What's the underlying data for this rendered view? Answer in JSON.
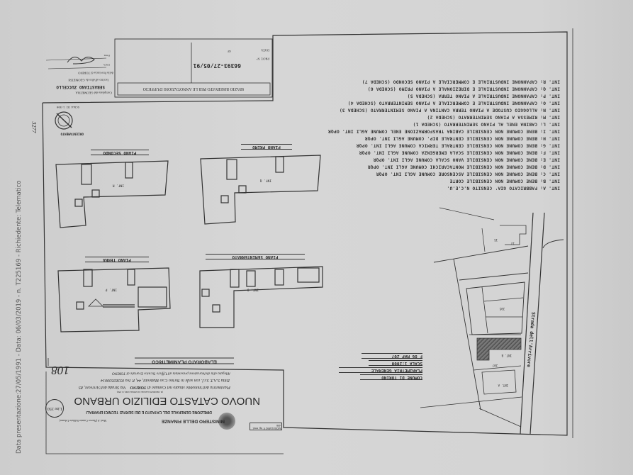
{
  "header": {
    "form_code": "Mod. A (Nuovo Catasto Edilizio Urbano)",
    "stamp_box": "MODULARIO F. rig. rend. 498",
    "ministry": "MINISTERO DELLE FINANZE",
    "directorate": "DIREZIONE GENERALE DEL CATASTO E DEI SERVIZI TECNICI ERARIALI",
    "title": "NUOVO CATASTO EDILIZIO URBANO",
    "law_note": "(R. DECRETO-LEGGE 13 APRILE 1939, N. 652)",
    "fee": "Lire 350",
    "line1_prefix": "Planimetria dell'immobile situato nel Comune di",
    "city": "TORINO",
    "address": "Via Strada dell'Arrivore, 85",
    "line2": "Ditta S.A.T. S.r.l. con sede in Torino C.so Matteotti, 44, P. Iva 05383530014",
    "line3": "Allegata alla dichiarazione presentata all'Ufficio Tecnico Erariale di TORINO",
    "handwritten_number": "108",
    "document_type": "ELABORATO PLANIMETRICO"
  },
  "office": {
    "reserved_space": "SPAZIO RISERVATO PER LE ANNOTAZIONI D'UFFICIO",
    "date_label": "DATA",
    "protocol_label": "PROT. N°",
    "protocol_stamp": "66393-27/05/91",
    "initials": "AV"
  },
  "compiler": {
    "label": "Compilata dal GEOMETRA",
    "name": "SEBASTIANO ZUCCELLO",
    "register": "Iscritto all'albo de GEOMETRI",
    "province": "della Provincia di TORINO",
    "date_label": "DATA",
    "signature_label": "Firma"
  },
  "orientation": {
    "label": "ORIENTAMENTO",
    "scale": "SCALA DI 1:500",
    "handwritten_ref": "3277"
  },
  "legend": [
    "INT. A: FABBRICATO GIA' CENSITO N.C.E.U.",
    "INT. B: BENE COMUNE NON CENSIBILE CORTE",
    "INT. C: BENE COMUNE NON CENSIBILE ASCENSORE COMUNE AGLI INT. OPQR",
    "INT. D: BENE COMUNE NON CENSIBILE MONTACARICHI COMUNE AGLI INT. OPQR",
    "INT. E: BENE COMUNE NON CENSIBILE VANO SCALA COMUNE AGLI INT. OPQR",
    "INT. F: BENE COMUNE NON CENSIBILE SCALA EMERGENZA COMUNE AGLI INT. OPQR",
    "INT. G: BENE COMUNE NON CENSIBILE CENTRALE TERMICA COMUNE AGLI INT. OPQR",
    "INT. H: BENE COMUNE NON CENSIBILE CENTRALE DIP. COMUNE AGLI INT. OPQR",
    "INT. I: BENE COMUNE NON CENSIBILE CABINA TRASFORMAZIONE ENEL COMUNE AGLI INT. OPQR",
    "INT. L: CABINA ENEL AL PIANO SEMINTERRATO (SCHEDA 1)",
    "INT. M: RIMESSA A PIANO SEMINTERRATO (SCHEDA 2)",
    "INT. N: ALLOGGIO CUSTODE A PIANO TERRA CANTINA A PIANO SEMINTERRATO (SCHEDA 3)",
    "INT. O: CAPANNONE INDUSTRIALE E COMMERCIALE A PIANO SEMINTERRATO (SCHEDA 4)",
    "INT. P: CAPANNONE INDUSTRIALE A PIANO TERRA (SCHEDA 5)",
    "INT. Q: CAPANNONE INDUSTRIALE E DIREZIONALE A PIANO PRIMO (SCHEDA 6)",
    "INT. R: CAPANNONE INDUSTRIALE E COMMERCIALE A PIANO SECONDO (SCHEDA 7)"
  ],
  "floors": {
    "second": {
      "label": "PIANO SECONDO",
      "unit": "INT. R"
    },
    "first": {
      "label": "PIANO PRIMO",
      "unit": "INT. Q"
    },
    "ground": {
      "label": "PIANO TERRA",
      "unit": "INT. P"
    },
    "basement": {
      "label": "PIANO SEMINTERRATO",
      "unit": "INT. O"
    }
  },
  "site_plan": {
    "comune": "COMUNE DI TORINO",
    "title": "PLANIMETRIA GENERALE",
    "scale": "SCALA 1:2000",
    "sheet": "F 86 MAP 207",
    "road": "Strada dell'Arrivore",
    "parcels": [
      "13",
      "15",
      "205",
      "207"
    ],
    "units": [
      "INT. A",
      "INT. B"
    ]
  },
  "side_stamp": "Data presentazione:27/05/1991 - Data: 06/03/2019 - n. T225169 - Richiedente: Telematico",
  "colors": {
    "paper": "#d4d4d4",
    "ink": "#2a2a2a",
    "hatch": "#555555"
  }
}
